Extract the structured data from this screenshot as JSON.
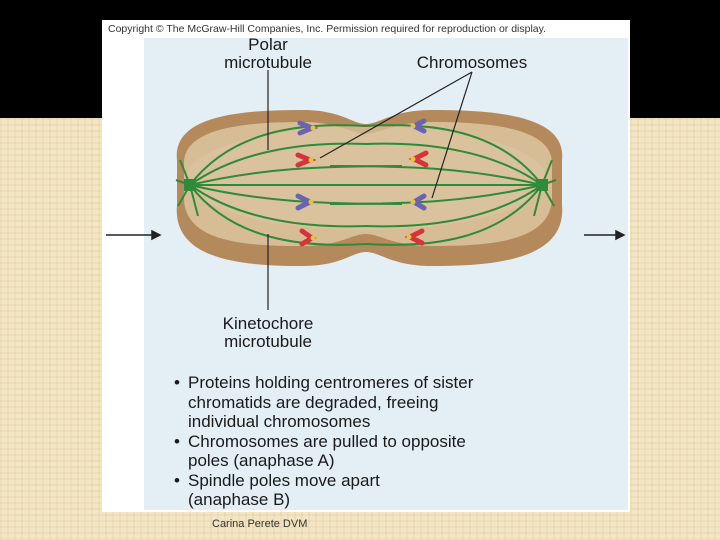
{
  "slide": {
    "copyright": "Copyright © The McGraw-Hill Companies, Inc. Permission required for reproduction or display.",
    "footer": "Carina Perete DVM"
  },
  "diagram": {
    "labels": {
      "polar_line1": "Polar",
      "polar_line2": "microtubule",
      "chromosomes": "Chromosomes",
      "kinetochore_line1": "Kinetochore",
      "kinetochore_line2": "microtubule"
    },
    "colors": {
      "cell_fill": "#d7bd95",
      "cell_rim": "#b48a5c",
      "microtubule": "#2f8a3a",
      "chromosome_red": "#d6343a",
      "chromosome_blue": "#6a62b4",
      "arrow": "#222222"
    }
  },
  "bullets": [
    {
      "line1": "Proteins holding centromeres of sister",
      "line2": "chromatids are degraded, freeing",
      "line3": "individual chromosomes"
    },
    {
      "line1": "Chromosomes are pulled to opposite",
      "line2": "poles (anaphase A)"
    },
    {
      "line1": "Spindle poles move apart",
      "line2": "(anaphase B)"
    }
  ],
  "bullet_glyph": "•"
}
